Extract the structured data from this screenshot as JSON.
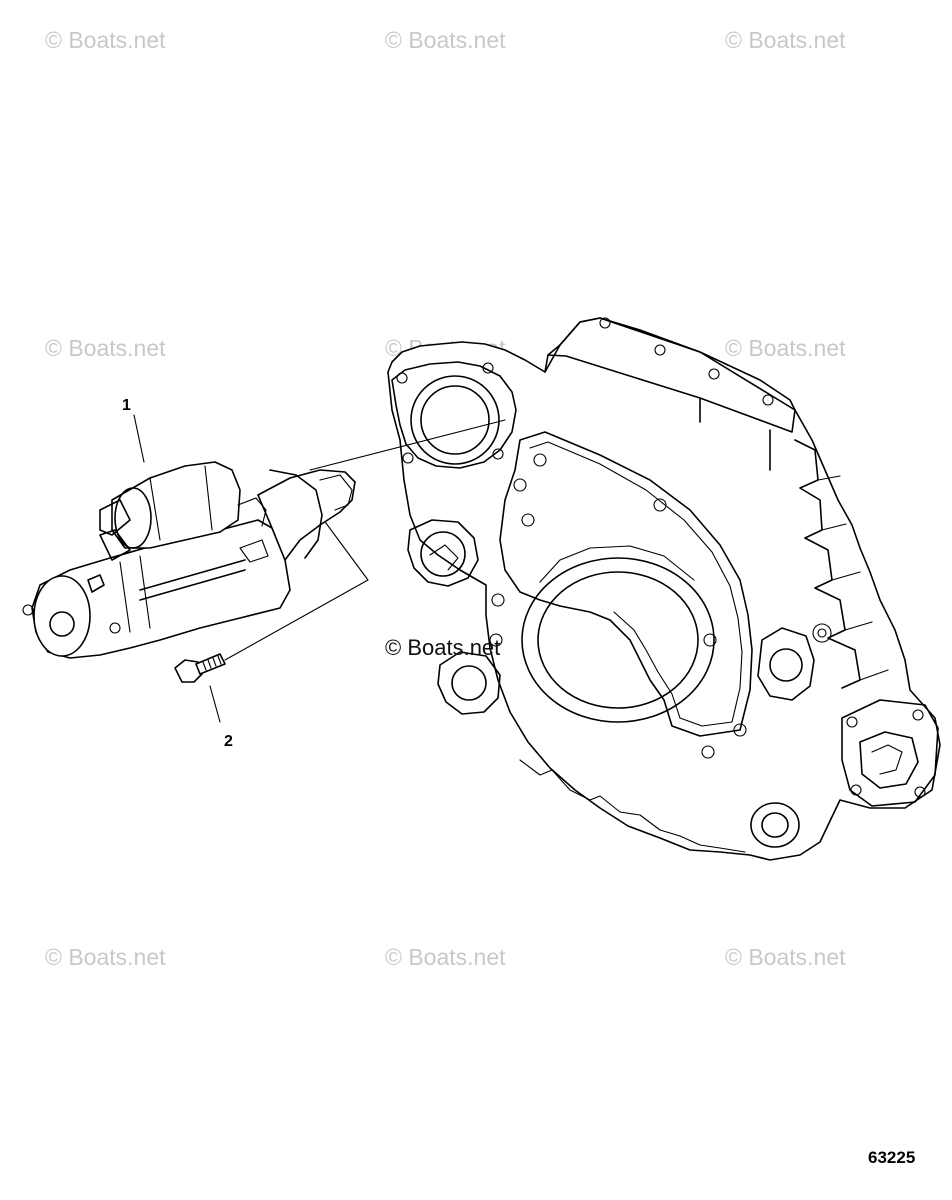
{
  "watermarks": [
    "© Boats.net",
    "© Boats.net",
    "© Boats.net",
    "© Boats.net",
    "© Boats.net",
    "© Boats.net",
    "© Boats.net",
    "© Boats.net",
    "© Boats.net"
  ],
  "center_watermark": "© Boats.net",
  "callouts": [
    "1",
    "2"
  ],
  "figure_number": "63225"
}
